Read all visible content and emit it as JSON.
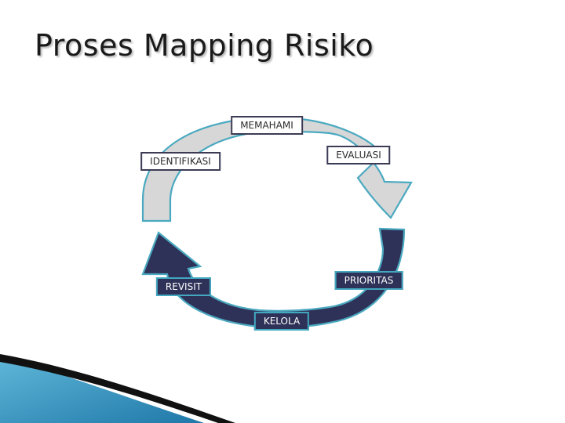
{
  "title": "Proses Mapping Risiko",
  "steps": [
    {
      "label": "MEMAHAMI",
      "tone": "light"
    },
    {
      "label": "EVALUASI",
      "tone": "light"
    },
    {
      "label": "PRIORITAS",
      "tone": "dark"
    },
    {
      "label": "KELOLA",
      "tone": "dark"
    },
    {
      "label": "REVISIT",
      "tone": "dark"
    },
    {
      "label": "IDENTIFIKASI",
      "tone": "light"
    }
  ],
  "colors": {
    "arrow_light": "#d7d7d7",
    "arrow_dark": "#2f3258",
    "arrow_outline": "#4aa9c0",
    "deco_blue": "#2e8fb8",
    "deco_black": "#111111"
  }
}
